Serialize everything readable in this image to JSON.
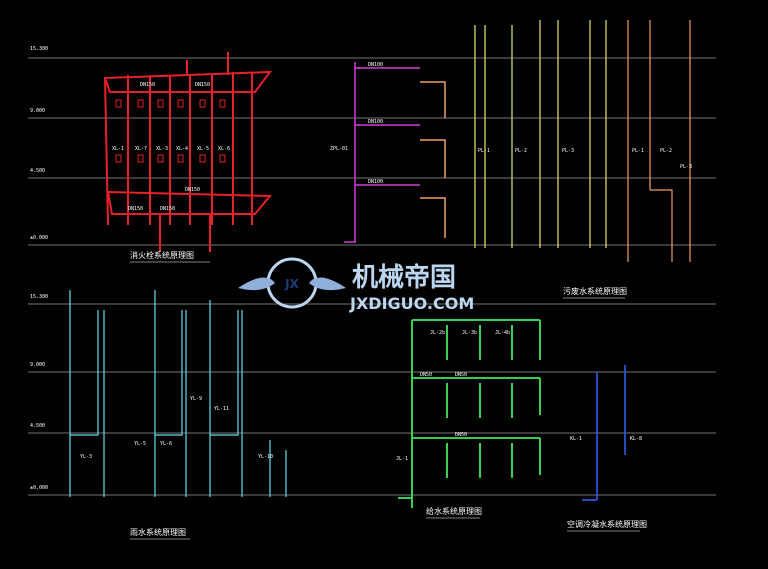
{
  "colors": {
    "background": "#000000",
    "grid": "#e6e6e6",
    "fire": "#e8202a",
    "drain_magenta": "#d43cd9",
    "sewage_yellow": "#e8e86a",
    "sewage_orange": "#f0a060",
    "rain_cyan": "#5fe0e8",
    "supply_green": "#3ee85a",
    "condensate_blue": "#3060ff",
    "label_white": "#ffffff",
    "watermark": "#bcd6f0"
  },
  "levels": {
    "top": [
      "15.300",
      "9.000",
      "4.500",
      "±0.000"
    ],
    "bottom": [
      "15.300",
      "9.000",
      "4.500",
      "±0.000"
    ]
  },
  "titles": {
    "fire": "消火栓系统原理图",
    "sewage": "污废水系统原理图",
    "rain": "雨水系统原理图",
    "supply": "给水系统原理图",
    "condensate": "空调冷凝水系统原理图"
  },
  "fire_labels": {
    "risers": [
      "XL-1",
      "XL-7",
      "XL-3",
      "XL-4",
      "XL-5",
      "XL-6"
    ],
    "pipes": [
      "DN150",
      "DN150",
      "DN150",
      "DN150",
      "DN150"
    ]
  },
  "drain_labels": {
    "riser": "ZPL-01",
    "pipes": [
      "DN100",
      "DN100",
      "DN100"
    ]
  },
  "sewage_labels": {
    "risers": [
      "PL-1",
      "PL-2",
      "PL-3",
      "PL-1",
      "PL-2",
      "PL-3"
    ]
  },
  "rain_labels": {
    "risers": [
      "YL-3",
      "YL-5",
      "YL-9",
      "YL-11",
      "YL-10",
      "YL-6"
    ]
  },
  "supply_labels": {
    "risers": [
      "JL-1",
      "JL-2b",
      "JL-3b",
      "JL-4b"
    ],
    "pipes": [
      "DN50",
      "DN50",
      "DN50"
    ]
  },
  "condensate_labels": {
    "risers": [
      "KL-1",
      "KL-8"
    ]
  },
  "watermark": {
    "cn": "机械帝国",
    "en": "JXDIGUO.COM",
    "badge": "JX"
  }
}
